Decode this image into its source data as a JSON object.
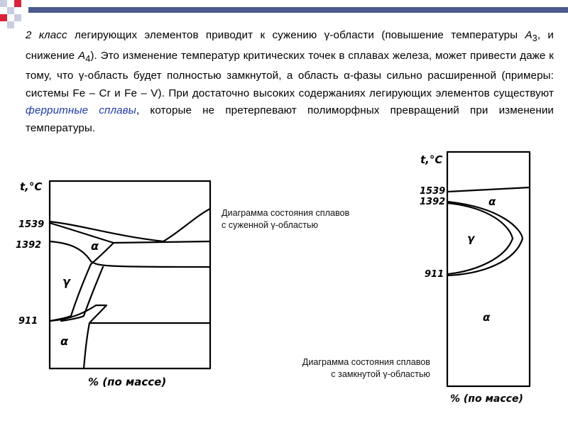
{
  "paragraph": {
    "lead": "2 класс",
    "p1": " легирующих элементов приводит к сужению γ-области (повышение температуры ",
    "a3_main": "A",
    "a3_sub": "3",
    "p2": ", и снижение ",
    "a4_main": "A",
    "a4_sub": "4",
    "p3": "). Это изменение температур критических точек в сплавах железа, может привести даже к тому, что γ-область будет полностью замкнутой, а область α-фазы сильно расширенной (примеры: системы Fe – Cr и Fe – V). При достаточно высоких содержаниях легирующих элементов существуют ",
    "link": "ферритные сплавы",
    "p4": ", которые не претерпевают полиморфных превращений при изменении температуры."
  },
  "diagram_left": {
    "axis_y": "t,°C",
    "axis_x": "% (по массе)",
    "ticks": [
      "1539",
      "1392",
      "911"
    ],
    "phases": [
      "α",
      "γ",
      "α"
    ],
    "caption_line1": "Диаграмма состояния сплавов",
    "caption_line2": "с суженной γ-областью"
  },
  "diagram_right": {
    "axis_y": "t,°C",
    "axis_x": "% (по массе)",
    "ticks": [
      "1539",
      "1392",
      "911"
    ],
    "phases": [
      "α",
      "γ",
      "α"
    ],
    "caption_line1": "Диаграмма состояния сплавов",
    "caption_line2": "с замкнутой γ-областью"
  },
  "colors": {
    "accent_blue": "#1f3ba8",
    "deco_square": "#d8233a",
    "band_dark": "#4a5a8c",
    "band_light": "#c9cde0"
  }
}
